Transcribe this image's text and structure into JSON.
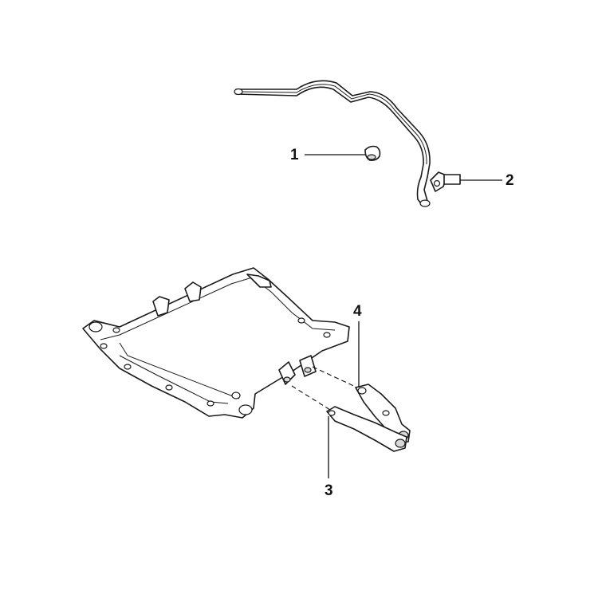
{
  "diagram": {
    "callouts": [
      {
        "id": "1",
        "label": "1",
        "part": "stabilizer-bushing"
      },
      {
        "id": "2",
        "label": "2",
        "part": "stabilizer-link"
      },
      {
        "id": "3",
        "label": "3",
        "part": "lower-control-arm-front"
      },
      {
        "id": "4",
        "label": "4",
        "part": "lower-control-arm-rear"
      }
    ]
  }
}
